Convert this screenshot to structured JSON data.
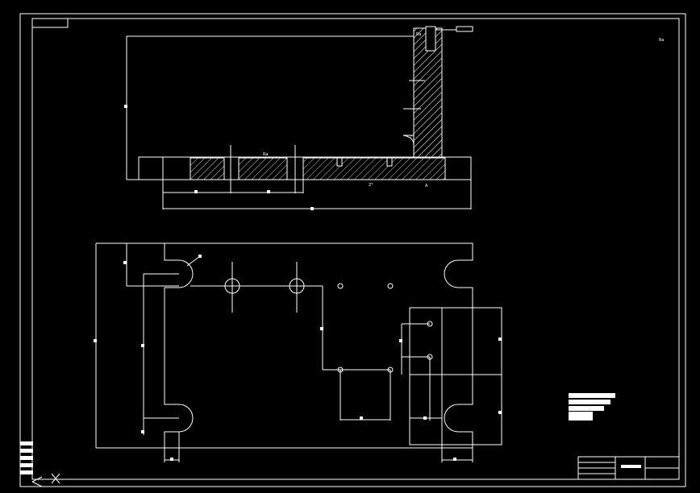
{
  "drawing": {
    "theme": {
      "background": "#000000",
      "line": "#ffffff",
      "hatch": "#ffffff",
      "dimension": "#ffffff"
    },
    "views": [
      {
        "name": "section-view"
      },
      {
        "name": "plan-view"
      }
    ],
    "annotations": {
      "surface_finish_labels": [
        "Ra",
        "Ra",
        "Ra"
      ],
      "angle_label": "2°",
      "datum_label": "A"
    },
    "ui": {
      "ucs_icon": "ucs-icon",
      "crosshair_icon": "cursor-crosshair-icon"
    }
  }
}
